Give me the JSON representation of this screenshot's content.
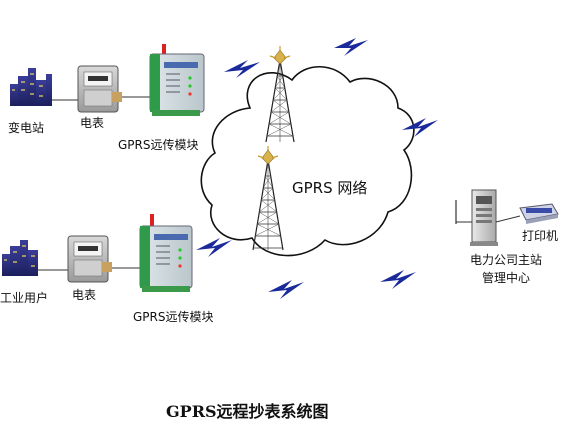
{
  "diagram": {
    "title": "GPRS远程抄表系统图",
    "network_label": "GPRS 网络",
    "top_row": {
      "substation_label": "变电站",
      "meter_label": "电表",
      "module_label": "GPRS远传模块"
    },
    "bottom_row": {
      "industrial_user_label": "工业用户",
      "meter_label": "电表",
      "module_label": "GPRS远传模块"
    },
    "master_station": {
      "printer_label": "打印机",
      "center_line1": "电力公司主站",
      "center_line2": "管理中心"
    }
  }
}
